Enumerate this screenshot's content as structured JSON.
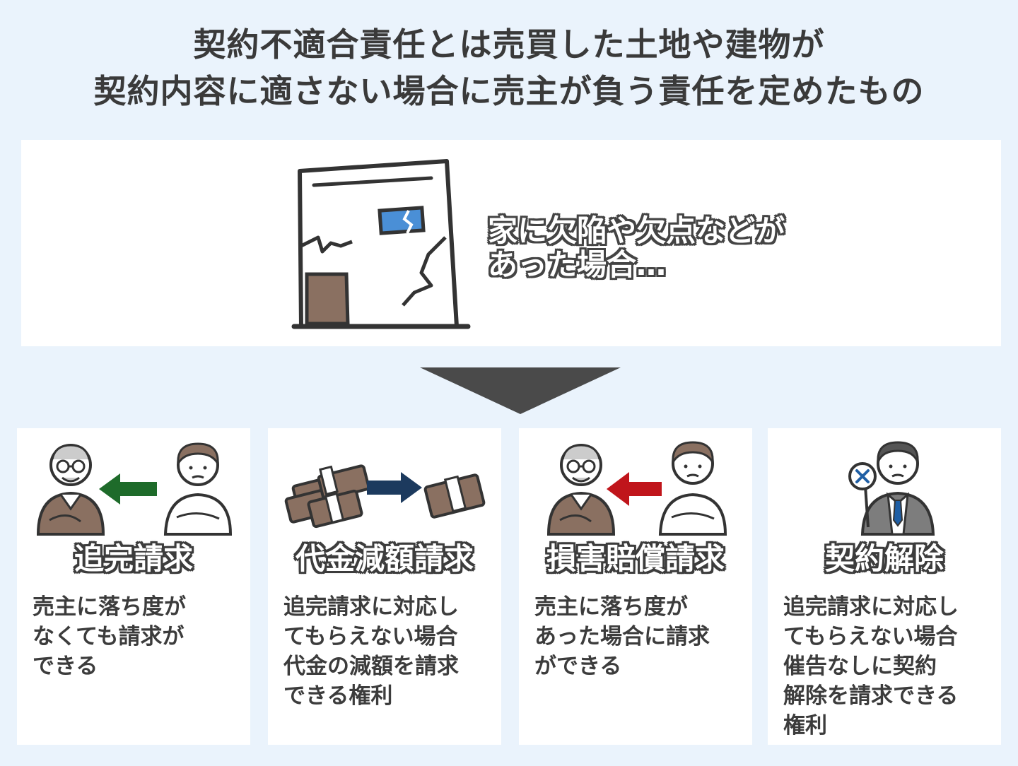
{
  "title": {
    "line1": "契約不適合責任とは売買した土地や建物が",
    "line2": "契約内容に適さない場合に売主が負う責任を定めたもの"
  },
  "case": {
    "line1": "家に欠陥や欠点などが",
    "line2": "あった場合…"
  },
  "cards": [
    {
      "title": "追完請求",
      "lines": [
        "売主に落ち度が",
        "なくても請求が",
        "できる"
      ],
      "arrow_color": "#1e6b2a"
    },
    {
      "title": "代金減額請求",
      "lines": [
        "追完請求に対応し",
        "てもらえない場合",
        "代金の減額を請求",
        "できる権利"
      ],
      "arrow_color": "#1c3a5e"
    },
    {
      "title": "損害賠償請求",
      "lines": [
        "売主に落ち度が",
        "あった場合に請求",
        "ができる"
      ],
      "arrow_color": "#c0151b"
    },
    {
      "title": "契約解除",
      "lines": [
        "追完請求に対応し",
        "てもらえない場合",
        "催告なしに契約",
        "解除を請求できる",
        "権利"
      ],
      "arrow_color": "#1f5fa5"
    }
  ],
  "colors": {
    "background": "#eaf3fc",
    "panel": "#ffffff",
    "arrow_down": "#4a4a4a",
    "brown": "#8a7061",
    "blue_window": "#4a8fd6"
  }
}
